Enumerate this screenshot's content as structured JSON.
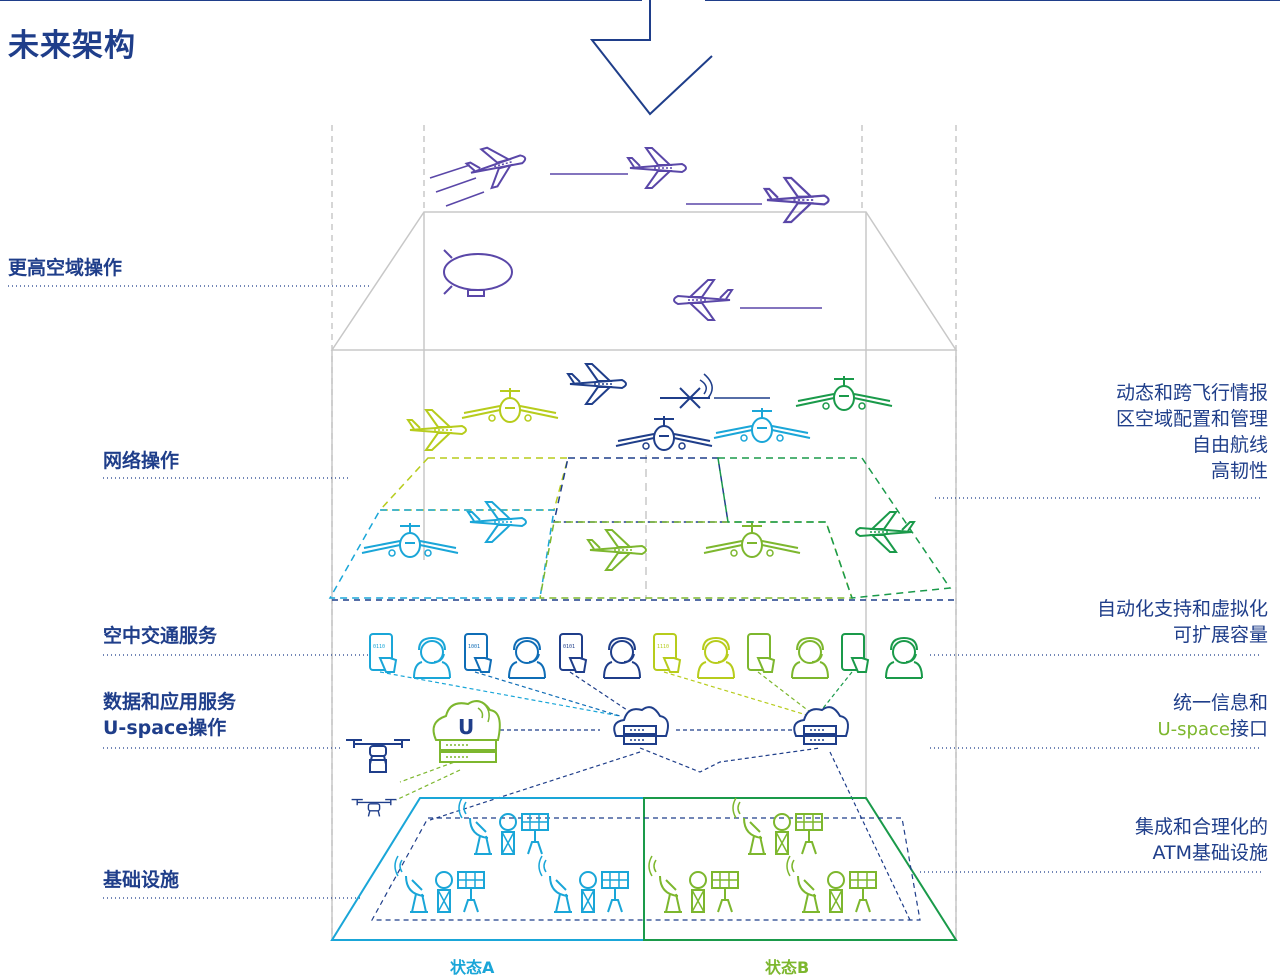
{
  "title": "未来架构",
  "left_labels": {
    "higher_airspace": "更高空域操作",
    "network_ops": "网络操作",
    "atc_services": "空中交通服务",
    "data_services": "数据和应用服务",
    "uspace_ops": "U-space操作",
    "infrastructure": "基础设施"
  },
  "right_labels": {
    "network": [
      "动态和跨飞行情报",
      "区空域配置和管理",
      "自由航线",
      "高韧性"
    ],
    "atc": [
      "自动化支持和虚拟化",
      "可扩展容量"
    ],
    "data_prefix": "统一信息和",
    "data_uspace": "U-space",
    "data_suffix": "接口",
    "infra": [
      "集成和合理化的",
      "ATM基础设施"
    ]
  },
  "states": {
    "a": "状态A",
    "b": "状态B"
  },
  "binary_text": [
    "0110",
    "1001",
    "0101",
    "1110"
  ],
  "uspace_letter": "U",
  "colors": {
    "navy": "#1f3e8a",
    "purple": "#5a47a8",
    "lime": "#b7cc1c",
    "cyan": "#1aa6d8",
    "blue_mid": "#0f6db6",
    "green": "#1a9a4a",
    "light_green": "#7db72e",
    "gray": "#c8c8c8"
  }
}
